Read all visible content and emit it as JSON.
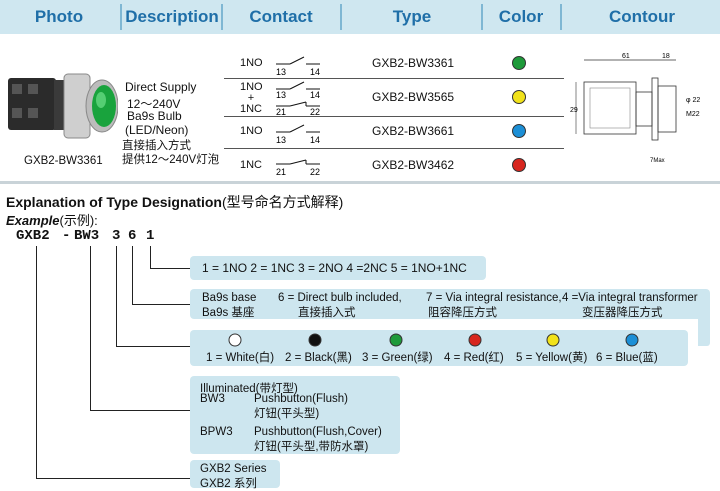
{
  "header": {
    "photo": "Photo",
    "description": "Description",
    "contact": "Contact",
    "type": "Type",
    "color": "Color",
    "contour": "Contour"
  },
  "product": {
    "photo_caption": "GXB2-BW3361",
    "desc_lines": [
      "Direct Supply",
      "12～240V",
      "Ba9s Bulb",
      "(LED/Neon)",
      "直接插入方式",
      "提供12～240V灯泡"
    ],
    "rows": [
      {
        "contact": "1NO",
        "terms": [
          "13",
          "14"
        ],
        "type": "GXB2-BW3361",
        "color": "#1e9a3a"
      },
      {
        "contact": "1NO\n+\n1NC",
        "terms": [
          "13",
          "14",
          "21",
          "22"
        ],
        "type": "GXB2-BW3565",
        "color": "#f1e21a"
      },
      {
        "contact": "1NO",
        "terms": [
          "13",
          "14"
        ],
        "type": "GXB2-BW3661",
        "color": "#1c8fd6"
      },
      {
        "contact": "1NC",
        "terms": [
          "21",
          "22"
        ],
        "type": "GXB2-BW3462",
        "color": "#d7261e"
      }
    ],
    "contour": {
      "dim_61": "61",
      "dim_18": "18",
      "dim_29": "29",
      "dim_22": "φ 22",
      "dim_m22": "M22",
      "dim_max": "7Max"
    }
  },
  "explanation": {
    "title": "Explanation of Type Designation",
    "title_cn": "(型号命名方式解释)",
    "example": "Example",
    "example_cn": "(示例):",
    "code": [
      "GXB2",
      "-",
      "BW3",
      "3",
      "6",
      "1"
    ],
    "contacts_line": "1 = 1NO   2 = 1NC   3 = 2NO 4 =2NC 5 = 1NO+1NC",
    "base_line1": "Ba9s base",
    "base_line2": "Ba9s 基座",
    "base_opt1": "6 = Direct bulb included,",
    "base_opt1_cn": "直接插入式",
    "base_opt2": "7 = Via integral resistance,",
    "base_opt2_cn": "阻容降压方式",
    "base_opt3": "4 =Via integral transformer",
    "base_opt3_cn": "变压器降压方式",
    "colors": [
      {
        "label": "1 = White(白)",
        "hex": "#ffffff"
      },
      {
        "label": "2 = Black(黑)",
        "hex": "#111111"
      },
      {
        "label": "3 = Green(绿)",
        "hex": "#1e9a3a"
      },
      {
        "label": "4 = Red(红)",
        "hex": "#d7261e"
      },
      {
        "label": "5 = Yellow(黄)",
        "hex": "#f1e21a"
      },
      {
        "label": "6 = Blue(蓝)",
        "hex": "#1c8fd6"
      }
    ],
    "illum_title": "Illuminated(带灯型)",
    "bw3": "BW3",
    "bw3_desc": "Pushbutton(Flush)",
    "bw3_cn": "灯钮(平头型)",
    "bpw3": "BPW3",
    "bpw3_desc": "Pushbutton(Flush,Cover)",
    "bpw3_cn": "灯钮(平头型,带防水罩)",
    "series": "GXB2 Series",
    "series_cn": "GXB2 系列"
  }
}
